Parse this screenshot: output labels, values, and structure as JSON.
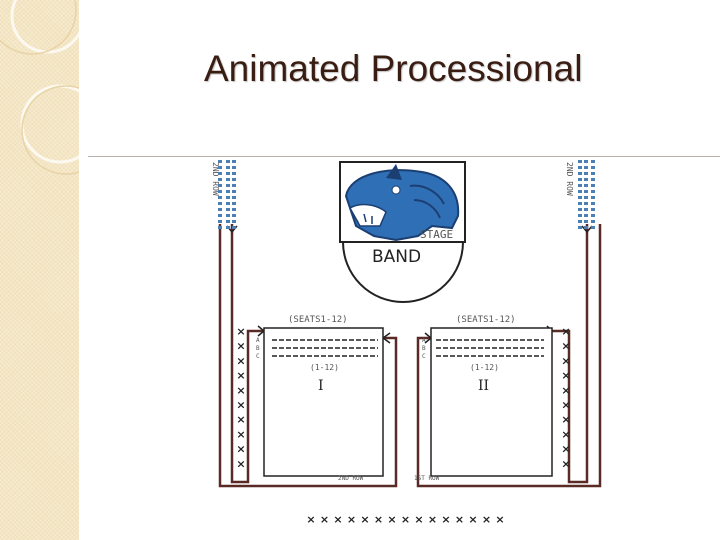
{
  "slide": {
    "title": "Animated Processional",
    "accent_color": "#f4e6c4",
    "title_color": "#3a1d12"
  },
  "diagram": {
    "stage_label": "STAGE",
    "band_label": "BAND",
    "left_row_label": "2ND ROW",
    "right_row_label": "2ND ROW",
    "seats_label_left": "(SEATS1-12)",
    "seats_label_right": "(SEATS1-12)",
    "range_label_left": "(1-12)",
    "range_label_right": "(1-12)",
    "section_left": "I",
    "section_right": "II",
    "row_labels": [
      "A",
      "B",
      "C"
    ],
    "bottom_left_label": "2ND ROW",
    "bottom_right_label": "1ST ROW",
    "path_color": "#5a2b26",
    "mascot_colors": [
      "#2f6fb5",
      "#1c3f73"
    ]
  }
}
